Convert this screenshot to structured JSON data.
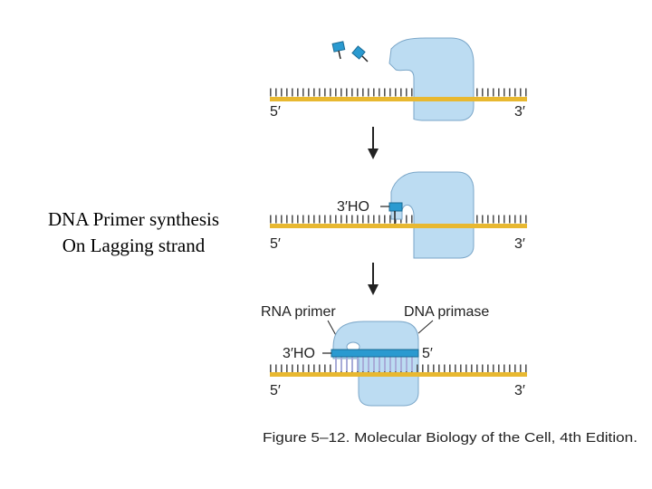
{
  "slide": {
    "title_line1": "DNA Primer synthesis",
    "title_line2": "On Lagging strand"
  },
  "panels": [
    {
      "end_left": "5′",
      "end_right": "3′"
    },
    {
      "end_left": "5′",
      "end_right": "3′",
      "primer_end": "3′HO"
    },
    {
      "end_left": "5′",
      "end_right": "3′",
      "primer_end": "3′HO",
      "primer_5_end": "5′",
      "label_primer": "RNA primer",
      "label_enzyme": "DNA primase"
    }
  ],
  "caption": "Figure 5–12. Molecular Biology of the Cell, 4th Edition.",
  "colors": {
    "strand": "#e8b830",
    "enzyme": "#bcdcf2",
    "enzyme_outline": "#7aa6c8",
    "primer": "#2a9ad0",
    "base_tick": "#555555",
    "paired_base": "#a8acd8"
  }
}
